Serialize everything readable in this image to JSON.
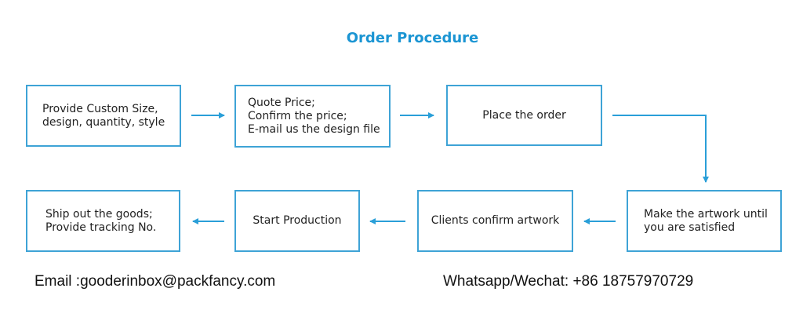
{
  "title": "Order Procedure",
  "steps": [
    {
      "text": "Provide Custom Size,\ndesign, quantity, style"
    },
    {
      "text": "Quote Price;\nConfirm the price;\nE-mail us the design file"
    },
    {
      "text": "Place the order"
    },
    {
      "text": "Make the artwork until\nyou are satisfied"
    },
    {
      "text": "Clients confirm artwork"
    },
    {
      "text": "Start Production"
    },
    {
      "text": "Ship out the goods;\nProvide tracking No."
    }
  ],
  "contact": {
    "email": "Email :gooderinbox@packfancy.com",
    "phone": "Whatsapp/Wechat: +86 18757970729"
  },
  "colors": {
    "accent": "#1b95d3",
    "border": "#3ea3d6"
  }
}
